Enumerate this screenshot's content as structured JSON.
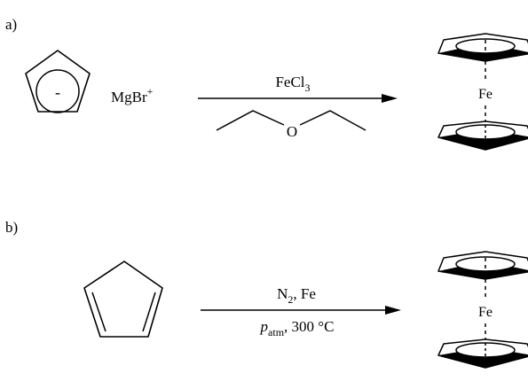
{
  "panel_a": {
    "label": "a)",
    "counter_ion": "MgBr",
    "counter_ion_charge": "+",
    "ring_charge": "-",
    "reagent_base": "FeCl",
    "reagent_sub": "3",
    "solvent_atom": "O",
    "metal": "Fe"
  },
  "panel_b": {
    "label": "b)",
    "reagent_base": "N",
    "reagent_sub": "2",
    "reagent_rest": ", Fe",
    "cond_italic": "p",
    "cond_sub": "atm",
    "cond_rest": ", 300 °C",
    "metal": "Fe"
  }
}
